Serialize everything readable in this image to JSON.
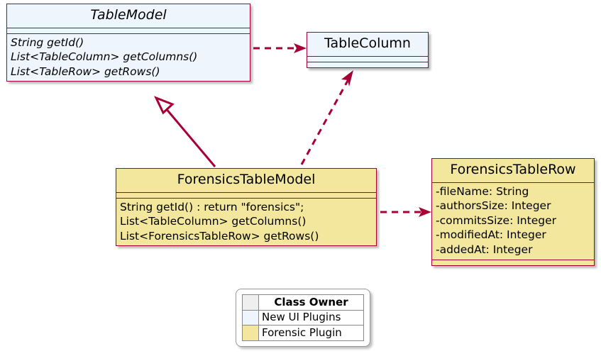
{
  "diagram": {
    "type": "uml-class-diagram",
    "accent_color": "#A80036",
    "background": "#FFFFFF"
  },
  "classes": [
    {
      "id": "table-model",
      "name": "TableModel",
      "abstract": true,
      "owner": "New UI Plugins",
      "fill": "#EFF5FD",
      "attributes": [],
      "methods": [
        "String getId()",
        "List<TableColumn> getColumns()",
        "List<TableRow> getRows()"
      ]
    },
    {
      "id": "table-column",
      "name": "TableColumn",
      "abstract": false,
      "owner": "New UI Plugins",
      "fill": "#EFF5FD",
      "attributes": [],
      "methods": []
    },
    {
      "id": "forensics-table-model",
      "name": "ForensicsTableModel",
      "abstract": false,
      "owner": "Forensic Plugin",
      "fill": "#F2E79C",
      "attributes": [],
      "methods": [
        "String getId() : return \"forensics\";",
        "List<TableColumn> getColumns()",
        "List<ForensicsTableRow> getRows()"
      ]
    },
    {
      "id": "forensics-table-row",
      "name": "ForensicsTableRow",
      "abstract": false,
      "owner": "Forensic Plugin",
      "fill": "#F2E79C",
      "attributes": [
        "-fileName: String",
        "-authorsSize: Integer",
        "-commitsSize: Integer",
        "-modifiedAt: Integer",
        "-addedAt: Integer"
      ],
      "methods": []
    }
  ],
  "relationships": [
    {
      "id": "dep-tablemodel-tablecolumn",
      "from": "TableModel",
      "to": "TableColumn",
      "kind": "dependency",
      "style": "dashed-open-arrow"
    },
    {
      "id": "gen-forensicsmodel-tablemodel",
      "from": "ForensicsTableModel",
      "to": "TableModel",
      "kind": "generalization",
      "style": "solid-hollow-triangle"
    },
    {
      "id": "dep-forensicsmodel-tablecolumn",
      "from": "ForensicsTableModel",
      "to": "TableColumn",
      "kind": "dependency",
      "style": "dashed-open-arrow"
    },
    {
      "id": "dep-forensicsmodel-forensicsrow",
      "from": "ForensicsTableModel",
      "to": "ForensicsTableRow",
      "kind": "dependency",
      "style": "dashed-open-arrow"
    }
  ],
  "legend": {
    "header": "Class Owner",
    "rows": [
      {
        "label": "New UI Plugins",
        "color": "#EFF5FD"
      },
      {
        "label": "Forensic Plugin",
        "color": "#F2E79C"
      }
    ]
  }
}
